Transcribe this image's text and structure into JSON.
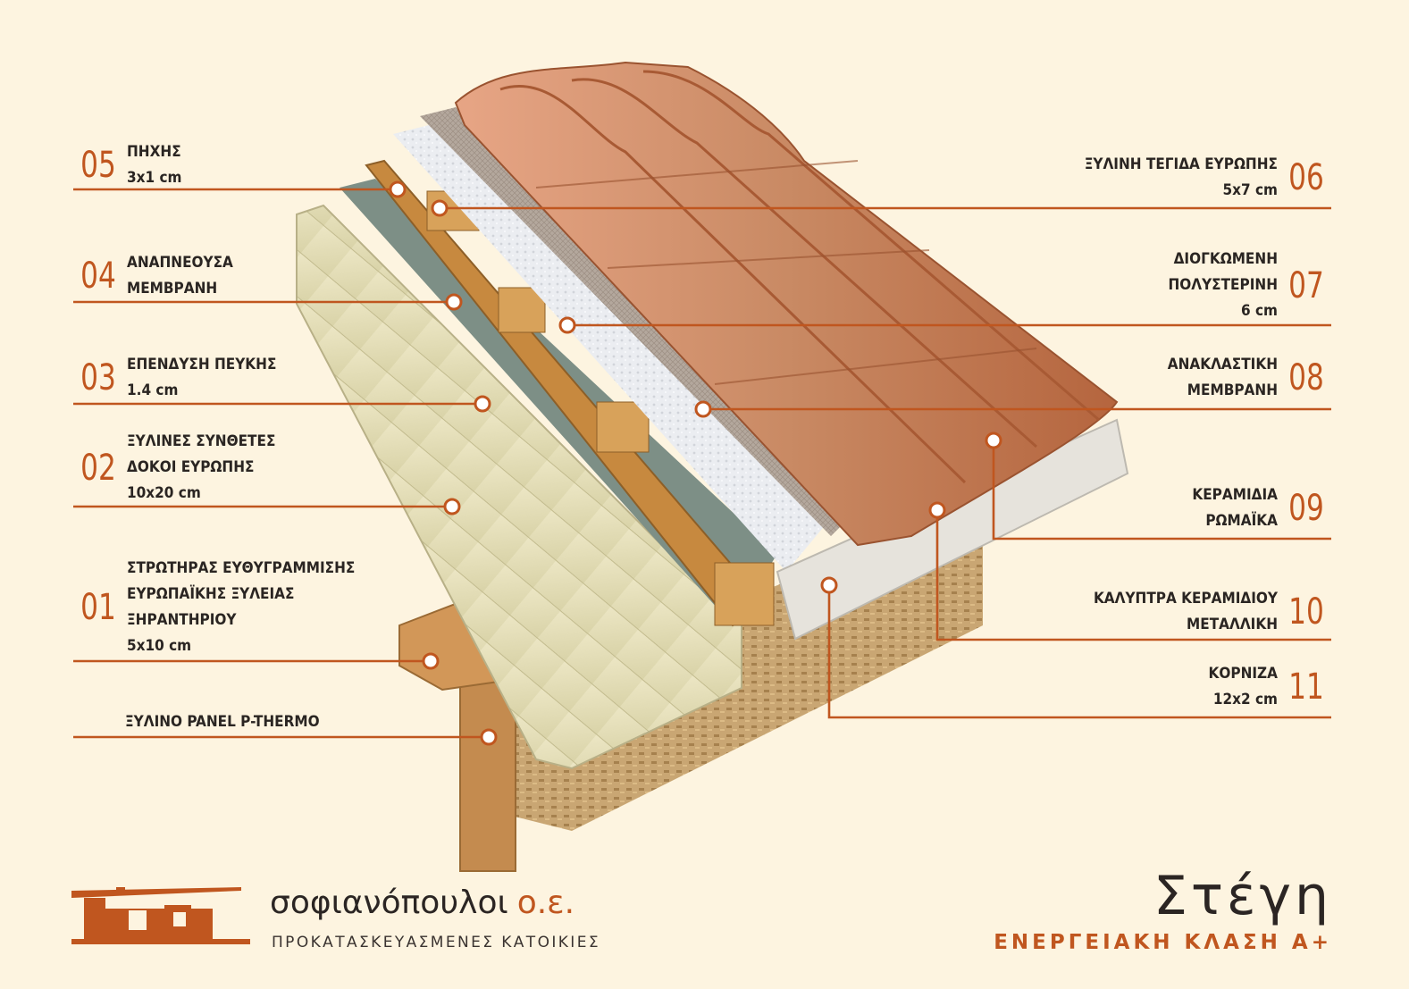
{
  "colors": {
    "accent": "#c0561f",
    "background": "#fdf4e0",
    "text": "#2a2522"
  },
  "layers": {
    "l01": {
      "number": "01",
      "lines": [
        "ΣΤΡΩΤΗΡΑΣ ΕΥΘΥΓΡΑΜΜΙΣΗΣ",
        "ΕΥΡΩΠΑΪΚΗΣ ΞΥΛΕΙΑΣ",
        "ΞΗΡΑΝΤΗΡΙΟΥ",
        "5x10 cm"
      ]
    },
    "l02": {
      "number": "02",
      "lines": [
        "ΞΥΛΙΝΕΣ ΣΥΝΘΕΤΕΣ",
        "ΔΟΚΟΙ ΕΥΡΩΠΗΣ",
        "10x20 cm"
      ]
    },
    "l03": {
      "number": "03",
      "lines": [
        "ΕΠΕΝΔΥΣΗ ΠΕΥΚΗΣ",
        "1.4 cm"
      ]
    },
    "l04": {
      "number": "04",
      "lines": [
        "ΑΝΑΠΝΕΟΥΣΑ",
        "ΜΕΜΒΡΑΝΗ"
      ]
    },
    "l05": {
      "number": "05",
      "lines": [
        "ΠΗΧΗΣ",
        "3x1 cm"
      ]
    },
    "l06": {
      "number": "06",
      "lines": [
        "ΞΥΛΙΝΗ ΤΕΓΙΔΑ ΕΥΡΩΠΗΣ",
        "5x7 cm"
      ]
    },
    "l07": {
      "number": "07",
      "lines": [
        "ΔΙΟΓΚΩΜΕΝΗ",
        "ΠΟΛΥΣΤΕΡΙΝΗ",
        "6 cm"
      ]
    },
    "l08": {
      "number": "08",
      "lines": [
        "ΑΝΑΚΛΑΣΤΙΚΗ",
        "ΜΕΜΒΡΑΝΗ"
      ]
    },
    "l09": {
      "number": "09",
      "lines": [
        "ΚΕΡΑΜΙΔΙΑ",
        "ΡΩΜΑΪΚΑ"
      ]
    },
    "l10": {
      "number": "10",
      "lines": [
        "ΚΑΛΥΠΤΡΑ ΚΕΡΑΜΙΔΙΟΥ",
        "ΜΕΤΑΛΛΙΚΗ"
      ]
    },
    "l11": {
      "number": "11",
      "lines": [
        "ΚΟΡΝΙΖΑ",
        "12x2 cm"
      ]
    },
    "panel": {
      "number": "",
      "lines": [
        "ΞΥΛΙΝΟ PANEL P-THERMO"
      ]
    }
  },
  "brand": {
    "name": "σοφιανόπουλοι",
    "suffix": "ο.ε.",
    "tagline": "ΠΡΟΚΑΤΑΣΚΕΥΑΣΜΕΝΕΣ ΚΑΤΟΙΚΙΕΣ"
  },
  "title": "Στέγη",
  "subtitle": "ΕΝΕΡΓΕΙΑΚΗ ΚΛΑΣΗ Α+"
}
